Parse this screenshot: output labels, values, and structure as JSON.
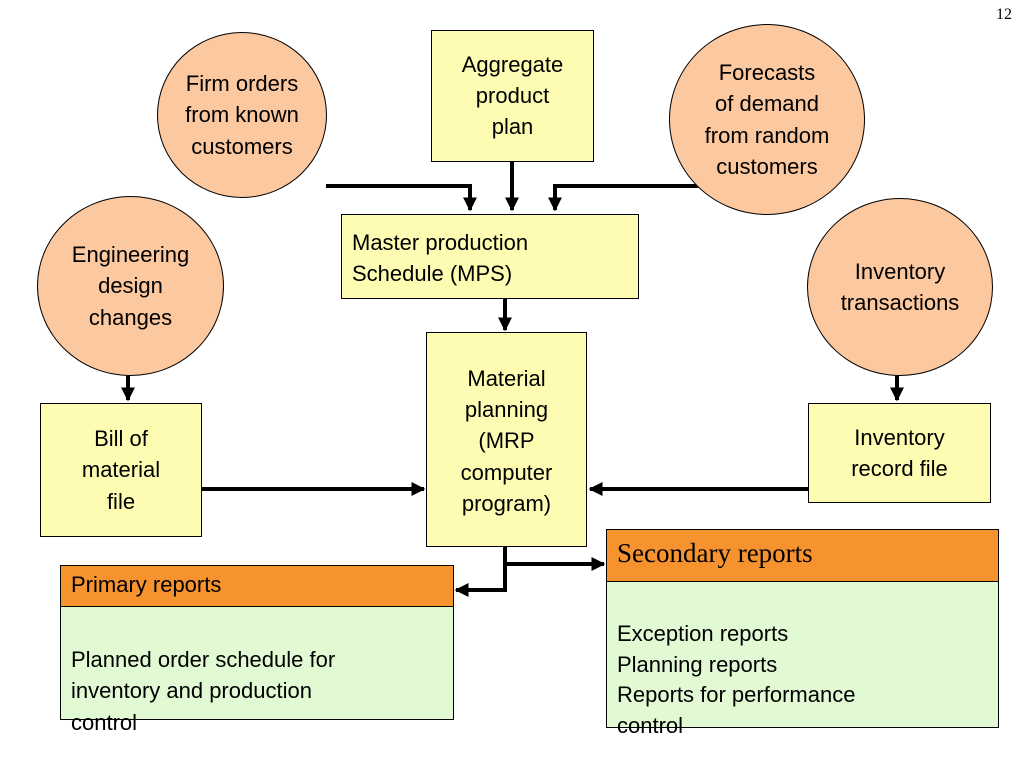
{
  "page_number": "12",
  "nodes": {
    "firm_orders": "Firm orders\nfrom known\ncustomers",
    "aggregate_plan": "Aggregate\nproduct\nplan",
    "forecasts": "Forecasts\nof demand\nfrom random\ncustomers",
    "engineering_changes": "Engineering\ndesign\nchanges",
    "mps": "Master production\nSchedule (MPS)",
    "inventory_transactions": "Inventory\ntransactions",
    "bill_of_material": "Bill of\nmaterial\nfile",
    "mrp": "Material\nplanning\n(MRP\ncomputer\nprogram)",
    "inventory_record": "Inventory\nrecord file"
  },
  "reports": {
    "primary": {
      "title": "Primary reports",
      "body": "Planned order schedule for\ninventory and production\ncontrol"
    },
    "secondary": {
      "title": "Secondary reports",
      "body": "Exception reports\nPlanning reports\nReports for performance\ncontrol"
    }
  },
  "colors": {
    "circle_fill": "#fcc89f",
    "box_fill": "#fdfcb2",
    "report_header": "#f7932f",
    "report_body": "#e1fad4"
  }
}
